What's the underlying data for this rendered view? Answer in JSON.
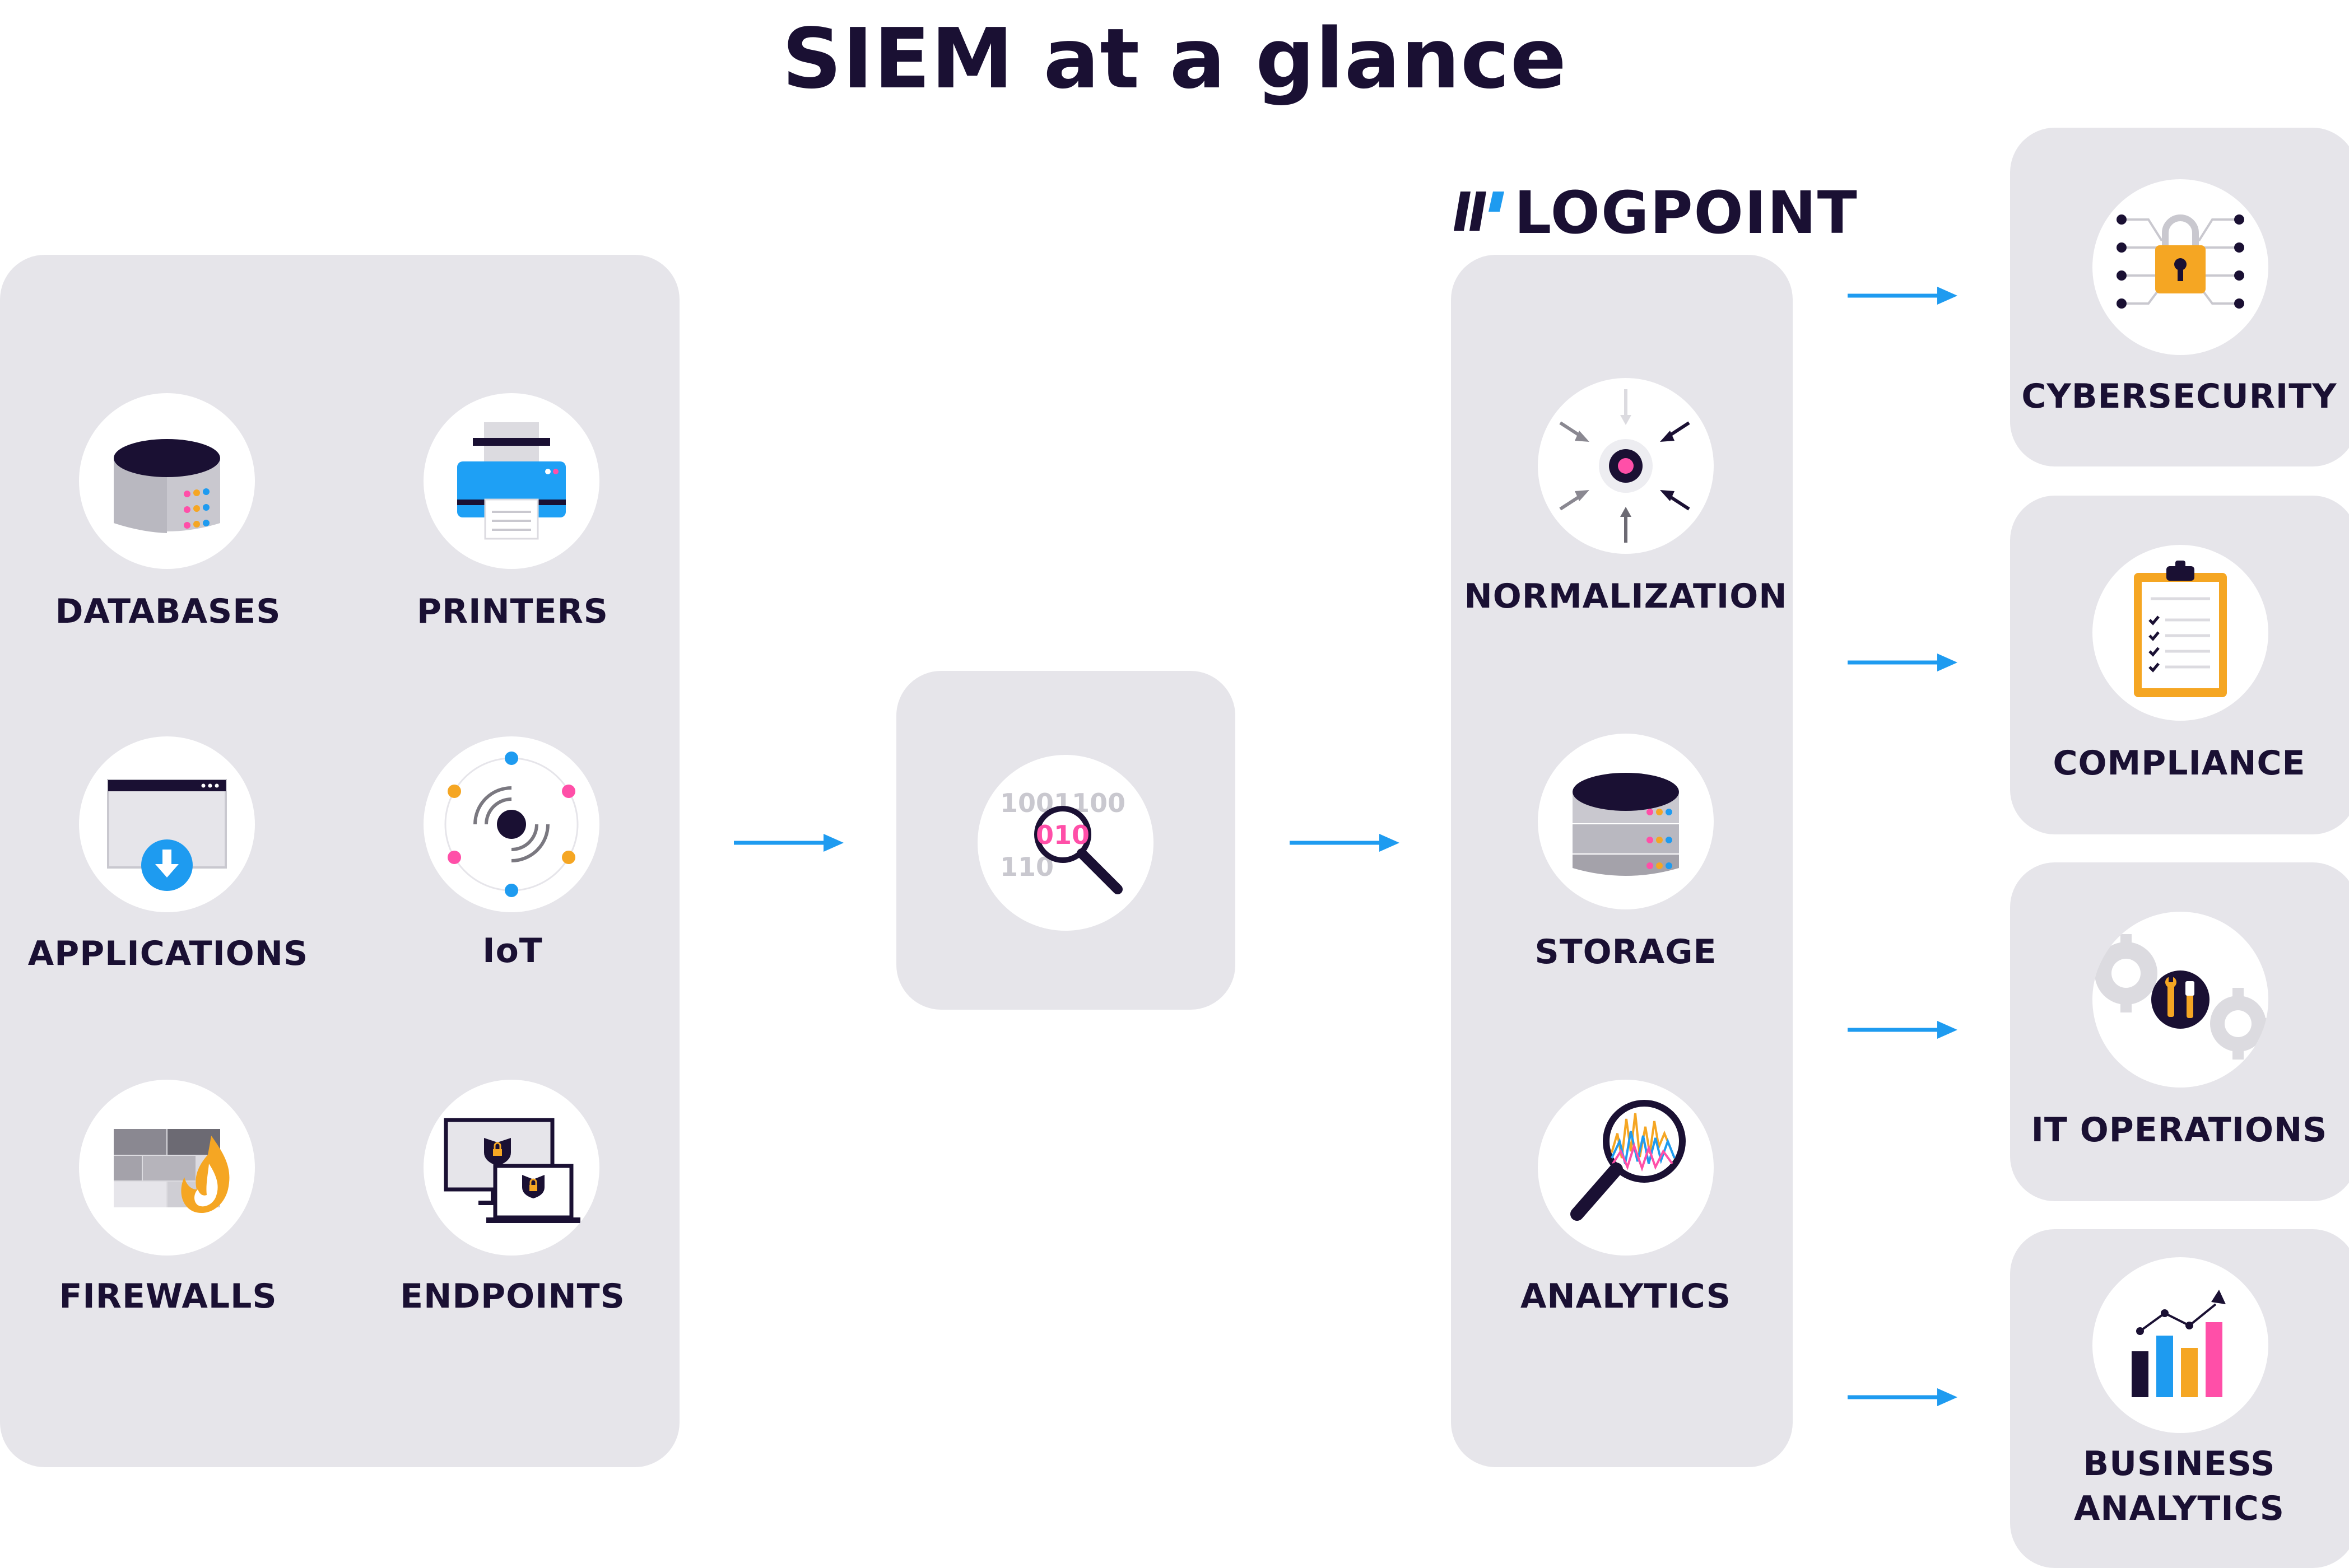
{
  "title": "SIEM at a glance",
  "logo": {
    "text": "LOGPOINT"
  },
  "sources": [
    {
      "label": "DATABASES",
      "icon": "database-icon"
    },
    {
      "label": "PRINTERS",
      "icon": "printer-icon"
    },
    {
      "label": "APPLICATIONS",
      "icon": "application-download-icon"
    },
    {
      "label": "IoT",
      "icon": "iot-signal-icon"
    },
    {
      "label": "FIREWALLS",
      "icon": "firewall-icon"
    },
    {
      "label": "ENDPOINTS",
      "icon": "endpoints-icon"
    }
  ],
  "collector": {
    "icon": "binary-search-icon",
    "binary": [
      "1001100",
      "010",
      "110"
    ]
  },
  "logpoint_steps": [
    {
      "label": "NORMALIZATION",
      "icon": "normalization-icon"
    },
    {
      "label": "STORAGE",
      "icon": "storage-icon"
    },
    {
      "label": "ANALYTICS",
      "icon": "analytics-magnifier-icon"
    }
  ],
  "outcomes": [
    {
      "label": "CYBERSECURITY",
      "icon": "padlock-circuit-icon"
    },
    {
      "label": "COMPLIANCE",
      "icon": "clipboard-checklist-icon"
    },
    {
      "label": "IT OPERATIONS",
      "icon": "gears-tools-icon"
    },
    {
      "label": "BUSINESS ANALYTICS",
      "lines": [
        "BUSINESS",
        "ANALYTICS"
      ],
      "icon": "bar-chart-trend-icon"
    }
  ],
  "colors": {
    "panel": "#e6e5ea",
    "ink": "#1a1033",
    "arrow": "#1e9bf0",
    "pink": "#ff4fa8",
    "blue": "#1e9bf0",
    "orange": "#f5a623",
    "printer_blue": "#1ea0f5"
  }
}
